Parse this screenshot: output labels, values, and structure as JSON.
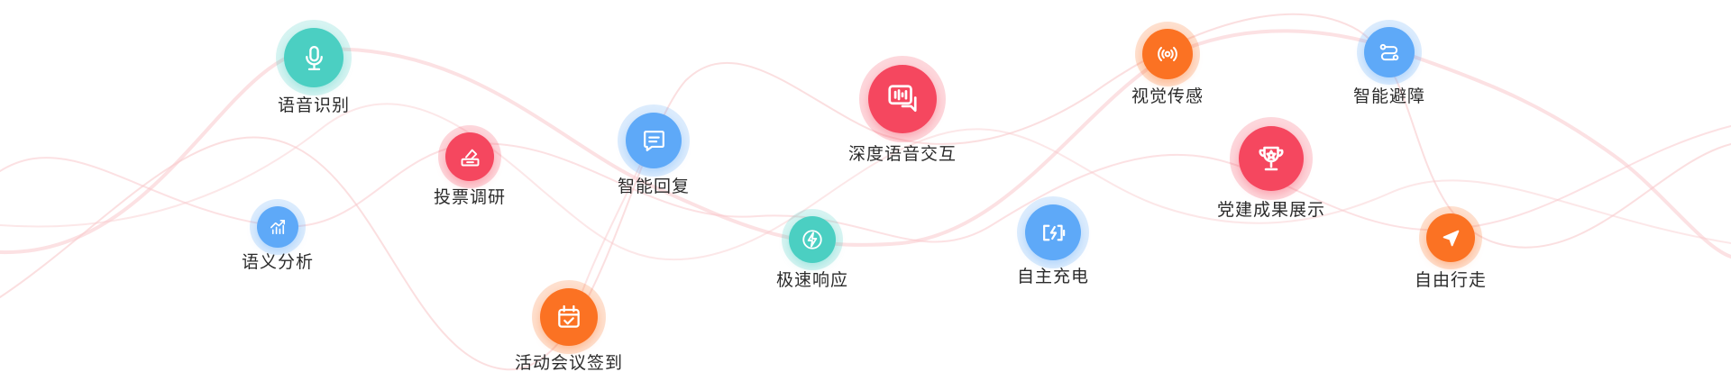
{
  "colors": {
    "teal": "#4bcfc2",
    "blue": "#5ea9f8",
    "red": "#f5475f",
    "orange": "#fb7223",
    "wave": "#f9c9cc"
  },
  "features": [
    {
      "id": "speech-recognition",
      "label": "语音识别",
      "icon": "microphone-icon",
      "color": "teal"
    },
    {
      "id": "semantic-analysis",
      "label": "语义分析",
      "icon": "trend-chart-icon",
      "color": "blue"
    },
    {
      "id": "voting-survey",
      "label": "投票调研",
      "icon": "ballot-box-icon",
      "color": "red"
    },
    {
      "id": "activity-checkin",
      "label": "活动会议签到",
      "icon": "calendar-check-icon",
      "color": "orange"
    },
    {
      "id": "smart-reply",
      "label": "智能回复",
      "icon": "chat-bubble-icon",
      "color": "blue"
    },
    {
      "id": "fast-response",
      "label": "极速响应",
      "icon": "lightning-icon",
      "color": "teal"
    },
    {
      "id": "deep-voice-interaction",
      "label": "深度语音交互",
      "icon": "voice-dialog-icon",
      "color": "red"
    },
    {
      "id": "autonomous-charging",
      "label": "自主充电",
      "icon": "battery-charging-icon",
      "color": "blue"
    },
    {
      "id": "visual-sensing",
      "label": "视觉传感",
      "icon": "broadcast-signal-icon",
      "color": "orange"
    },
    {
      "id": "party-achievements",
      "label": "党建成果展示",
      "icon": "trophy-icon",
      "color": "red"
    },
    {
      "id": "smart-obstacle-avoidance",
      "label": "智能避障",
      "icon": "route-path-icon",
      "color": "blue"
    },
    {
      "id": "free-walking",
      "label": "自由行走",
      "icon": "navigation-arrow-icon",
      "color": "orange"
    }
  ]
}
